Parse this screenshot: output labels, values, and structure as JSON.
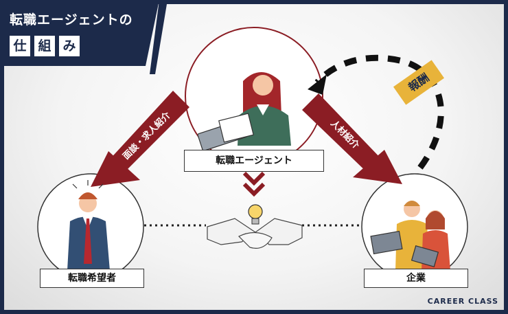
{
  "title": {
    "line1": "転職エージェントの",
    "chars": [
      "仕",
      "組",
      "み"
    ]
  },
  "nodes": {
    "agent": "転職エージェント",
    "seeker": "転職希望者",
    "company": "企業"
  },
  "arrows": {
    "left": "面談・求人紹介",
    "right": "人材紹介",
    "fee": "報酬"
  },
  "brand": "CAREER CLASS",
  "colors": {
    "navy": "#1c2a4a",
    "arrow": "#8b1d24",
    "fee_bg": "#e8b33a"
  }
}
